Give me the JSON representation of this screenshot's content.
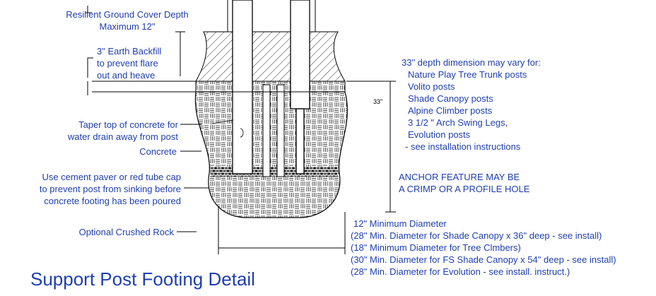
{
  "colors": {
    "text": "#1f3fb0",
    "drawing": "#000000"
  },
  "labels": {
    "ground_cover": [
      "Resilient Ground Cover Depth",
      "Maximum 12\""
    ],
    "backfill": [
      "3\" Earth Backfill",
      "to prevent flare",
      "out and heave"
    ],
    "taper": [
      "Taper top of concrete for",
      "water drain away from post"
    ],
    "concrete": "Concrete",
    "paver": [
      "Use cement paver or red tube cap",
      "to prevent post from sinking before",
      "concrete footing has been poured"
    ],
    "crushed_rock": "Optional Crushed Rock",
    "dim_33": "33\"",
    "depth_note": [
      "33\" depth dimension may vary for:",
      "Nature Play Tree Trunk posts",
      "Volito posts",
      "Shade Canopy posts",
      "Alpine Climber posts",
      "3 1/2 \" Arch Swing Legs,",
      "Evolution posts",
      "- see installation instructions"
    ],
    "anchor": [
      "ANCHOR FEATURE MAY BE",
      "A CRIMP OR A PROFILE HOLE"
    ],
    "diameter": [
      "12\" Minimum Diameter",
      "(28\" Min. Diameter for Shade Canopy x 36\" deep - see install)",
      "(18\" Minimum Diameter for Tree Clmbers)",
      "(30\" Min. Diameter for FS Shade Canopy x 54\" deep - see install)",
      "(28\" Min. Diameter for Evolution - see install. instruct.)"
    ]
  },
  "title": "Support Post Footing Detail"
}
